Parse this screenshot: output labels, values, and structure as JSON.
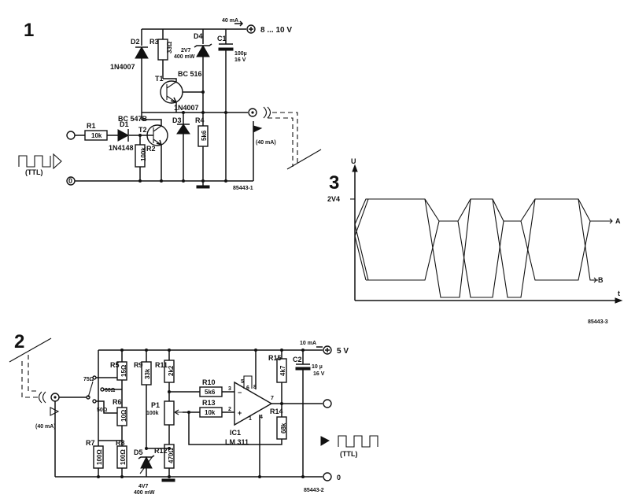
{
  "figure_numbers": {
    "fig1": "1",
    "fig2": "2",
    "fig3": "3"
  },
  "circuit1": {
    "supply": "8 ... 10 V",
    "supply_current": "40 mA",
    "out_current": "(40 mA)",
    "ttl": "(TTL)",
    "ground": "0",
    "code": "85443-1",
    "components": {
      "D2": "D2",
      "D2_type": "1N4007",
      "R3": "R3",
      "R3_val": "33Ω",
      "D4": "D4",
      "D4_val1": "2V7",
      "D4_val2": "400 mW",
      "C1": "C1",
      "C1_val1": "100µ",
      "C1_val2": "16 V",
      "T1": "T1",
      "T1_type": "BC 516",
      "D3_type": "1N4007",
      "D3": "D3",
      "T2_type": "BC 547B",
      "T2": "T2",
      "R4": "R4",
      "R4_val": "5k6",
      "R1": "R1",
      "R1_val": "10k",
      "D1": "D1",
      "D1_type": "1N4148",
      "R2": "R2",
      "R2_val": "100k"
    }
  },
  "circuit2": {
    "supply": "5 V",
    "supply_current": "10 mA",
    "in_current": "(40 mA)",
    "ttl": "(TTL)",
    "ground": "0",
    "code": "85443-2",
    "ohm75": "75Ω",
    "ohm60": "60Ω",
    "ohm50": "50Ω",
    "components": {
      "R5": "R5",
      "R5_val": "15Ω",
      "R6": "R6",
      "R6_val": "10Ω",
      "R7": "R7",
      "R7_val": "100Ω",
      "R8": "R8",
      "R8_val": "100Ω",
      "R9": "R9",
      "R9_val": "33k",
      "R11": "R11",
      "R11_val": "2k2",
      "R10": "R10",
      "R10_val": "5k6",
      "R13": "R13",
      "R13_val": "10k",
      "P1": "P1",
      "P1_val": "100k",
      "R12": "R12",
      "R12_val": "470Ω",
      "D5": "D5",
      "D5_val1": "4V7",
      "D5_val2": "400 mW",
      "R15": "R15",
      "R15_val": "4k7",
      "R14": "R14",
      "R14_val": "68k",
      "C2": "C2",
      "C2_val1": "10 µ",
      "C2_val2": "16 V",
      "IC1": "IC1",
      "IC1_type": "LM 311",
      "pin2": "2",
      "pin3": "3",
      "pin4": "4",
      "pin5": "5",
      "pin6": "6",
      "pin7": "7",
      "pin8": "8",
      "pin1": "1"
    }
  },
  "graph3": {
    "y_axis": "U",
    "x_axis": "t",
    "level": "2V4",
    "trace_a": "A",
    "trace_b": "B",
    "code": "85443-3"
  }
}
